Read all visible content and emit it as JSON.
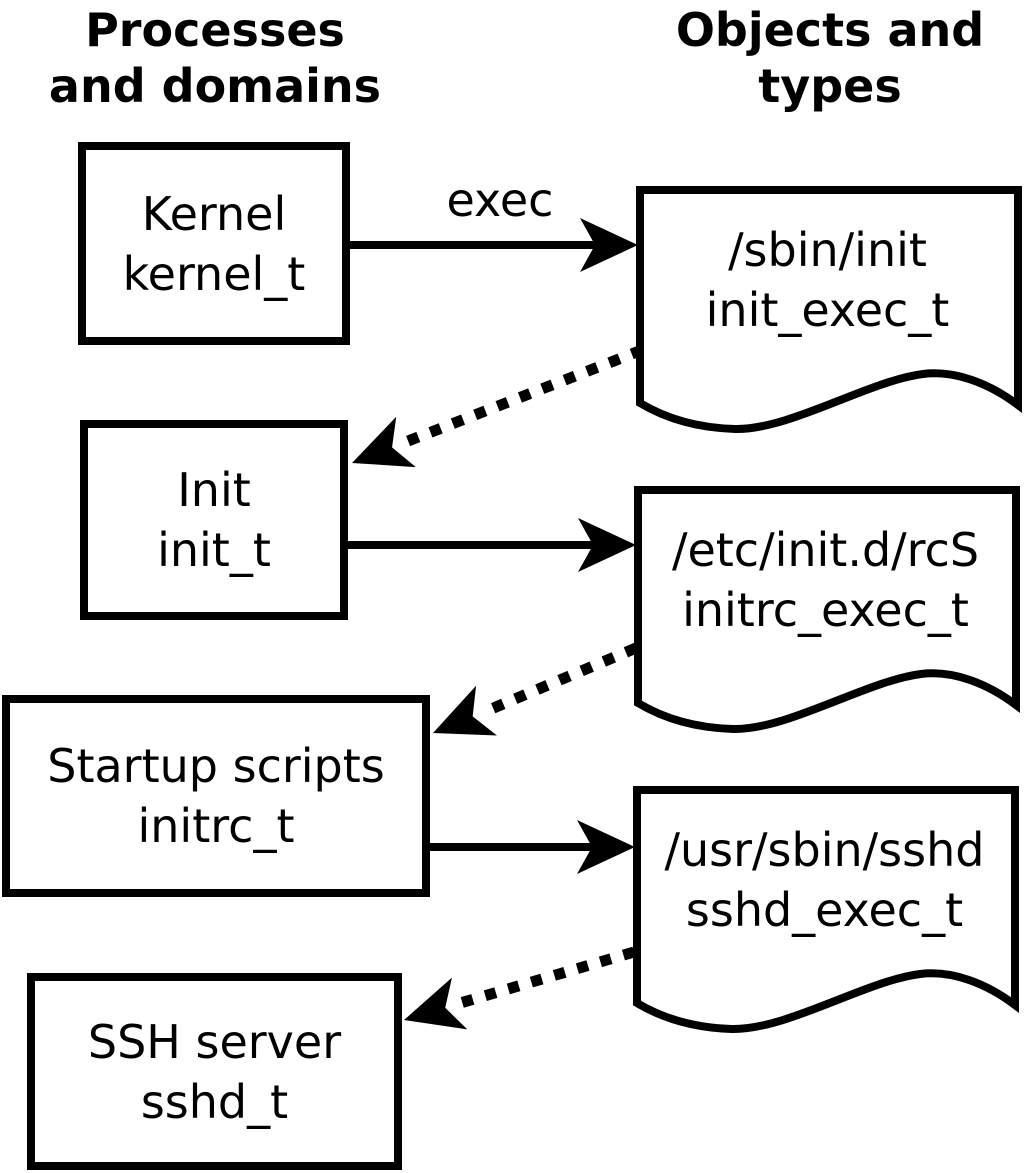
{
  "diagram": {
    "title_columns": {
      "left": "Processes and domains",
      "right": "Objects and types"
    },
    "processes": [
      {
        "label": "Kernel",
        "type": "kernel_t"
      },
      {
        "label": "Init",
        "type": "init_t"
      },
      {
        "label": "Startup scripts",
        "type": "initrc_t"
      },
      {
        "label": "SSH server",
        "type": "sshd_t"
      }
    ],
    "objects": [
      {
        "path": "/sbin/init",
        "type": "init_exec_t"
      },
      {
        "path": "/etc/init.d/rcS",
        "type": "initrc_exec_t"
      },
      {
        "path": "/usr/sbin/sshd",
        "type": "sshd_exec_t"
      }
    ],
    "edges": {
      "exec_label": "exec",
      "solid_meaning": "execute",
      "dotted_count": 3,
      "solid_count": 3
    },
    "colors": {
      "ink": "#000000",
      "paper": "#ffffff"
    }
  }
}
